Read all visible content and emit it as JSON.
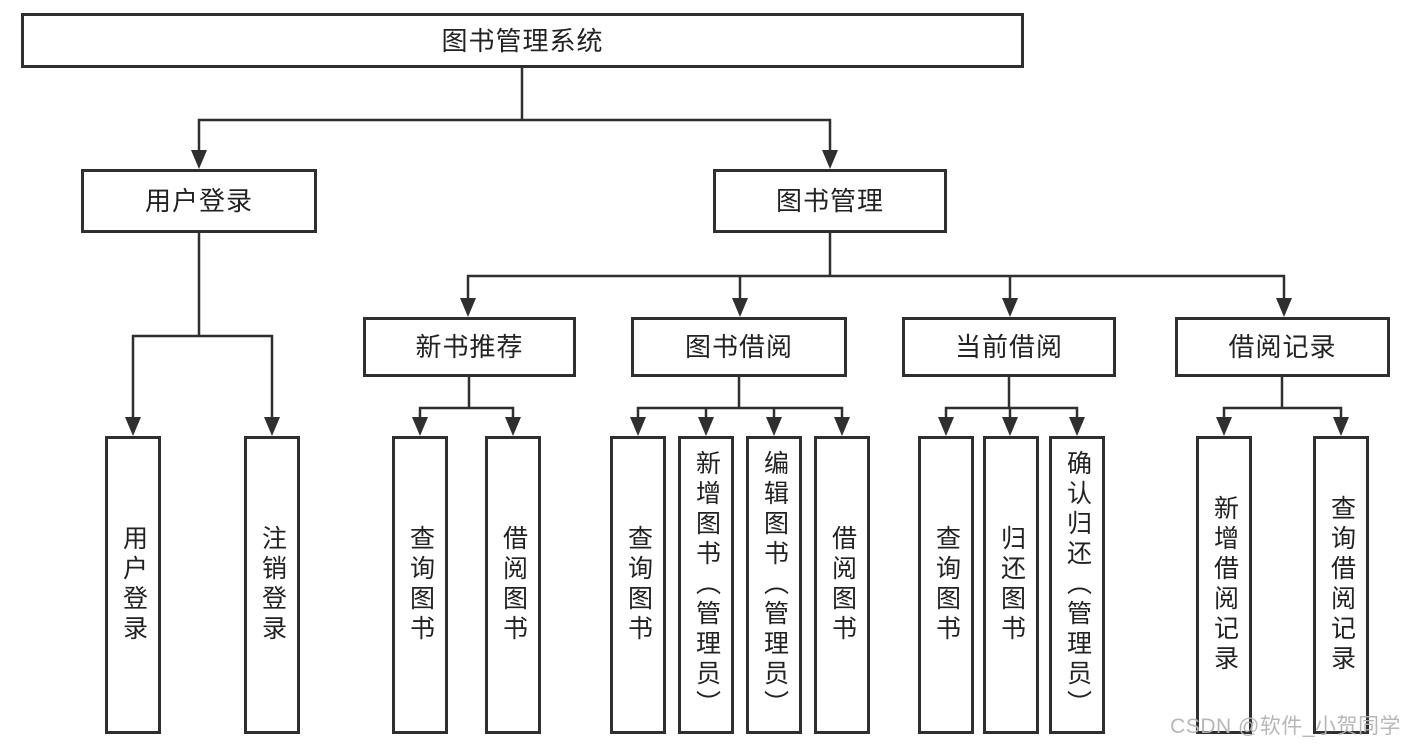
{
  "diagram": {
    "root": "图书管理系统",
    "user_login_branch": {
      "label": "用户登录",
      "children": [
        "用户登录",
        "注销登录"
      ]
    },
    "book_mgmt_branch": {
      "label": "图书管理",
      "sections": [
        {
          "label": "新书推荐",
          "children": [
            "查询图书",
            "借阅图书"
          ]
        },
        {
          "label": "图书借阅",
          "children": [
            "查询图书",
            "新增图书（管理员）",
            "编辑图书（管理员）",
            "借阅图书"
          ]
        },
        {
          "label": "当前借阅",
          "children": [
            "查询图书",
            "归还图书",
            "确认归还（管理员）"
          ]
        },
        {
          "label": "借阅记录",
          "children": [
            "新增借阅记录",
            "查询借阅记录"
          ]
        }
      ]
    },
    "watermark": "CSDN @软件_小贺同学",
    "colors": {
      "line": "#2f2f2f",
      "text": "#222222",
      "watermark": "#b4b4b4"
    }
  }
}
